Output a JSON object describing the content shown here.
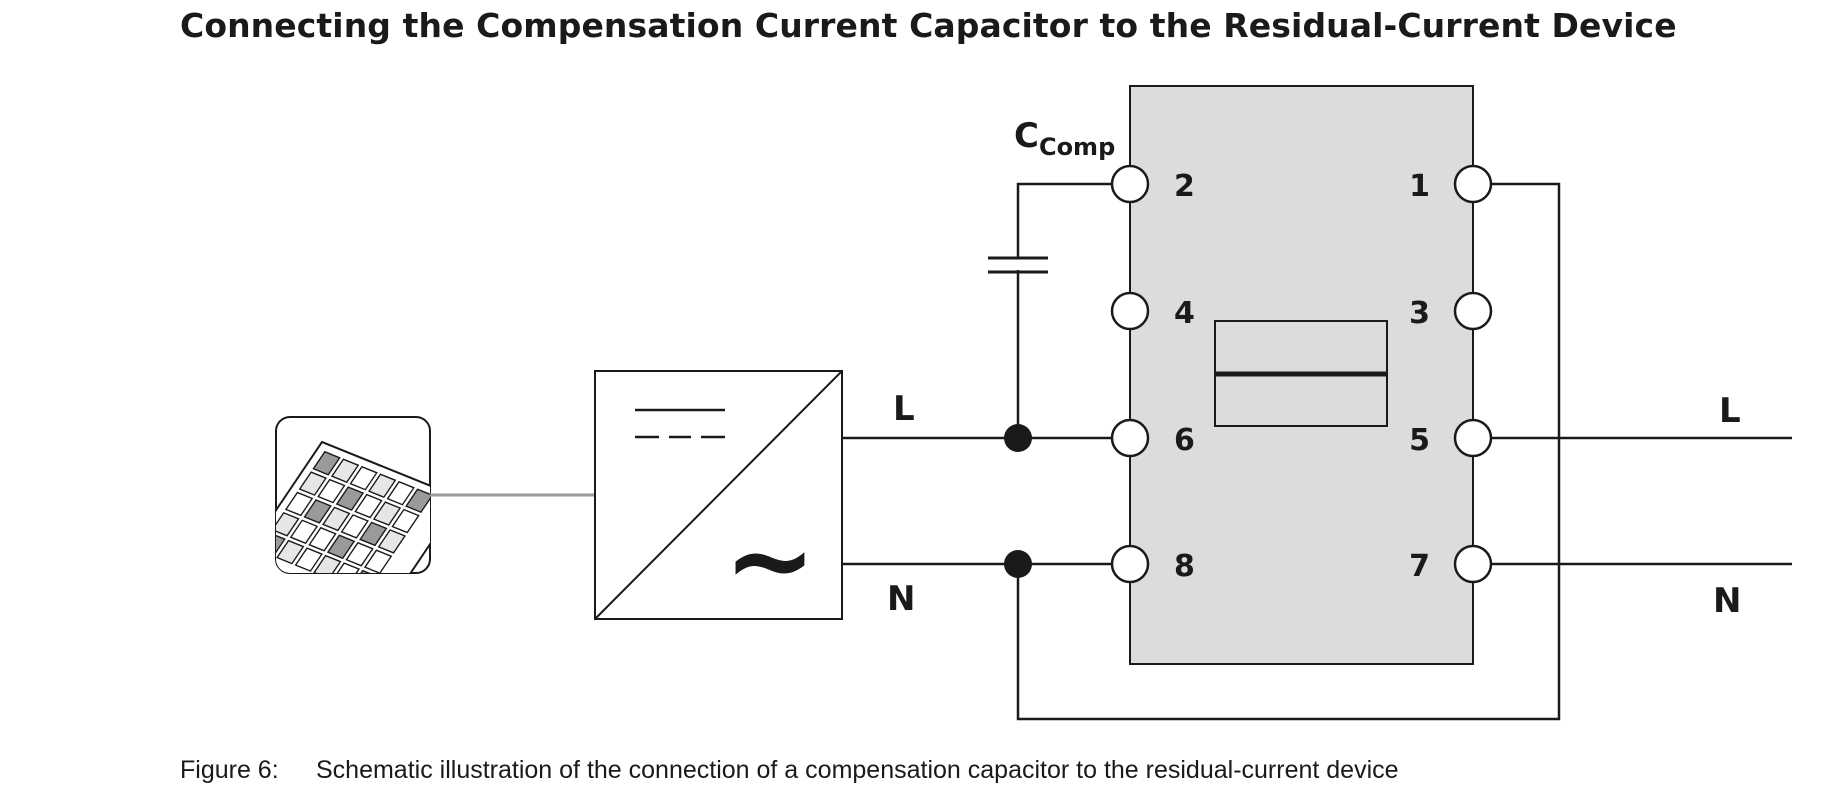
{
  "title": "Connecting the Compensation Current Capacitor to the Residual-Current Device",
  "caption": {
    "figure_label": "Figure 6:",
    "text": "Schematic illustration of the connection of a compensation capacitor to the residual-current device"
  },
  "diagram": {
    "capacitor_label": {
      "main": "C",
      "subscript": "Comp"
    },
    "terminals": {
      "left": [
        "2",
        "4",
        "6",
        "8"
      ],
      "right": [
        "1",
        "3",
        "5",
        "7"
      ]
    },
    "inverter_line_labels": {
      "line": "L",
      "neutral": "N"
    },
    "grid_line_labels": {
      "line": "L",
      "neutral": "N"
    },
    "inverter_ac_symbol": "~",
    "colors": {
      "rcd_fill": "#dcdcdd",
      "stroke": "#1a1a1a",
      "pv_cable": "#9a9a9a"
    }
  }
}
